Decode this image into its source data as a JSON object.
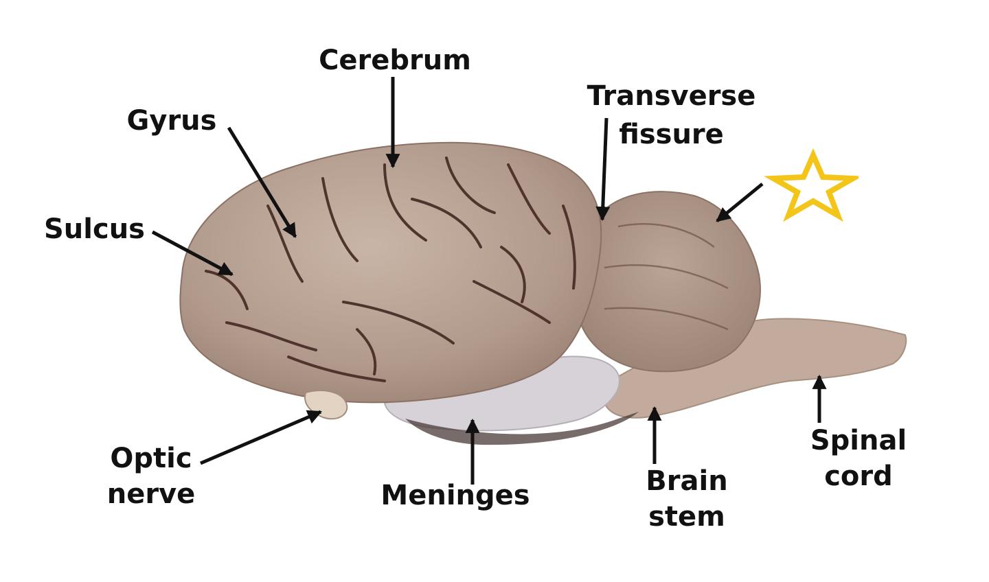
{
  "labels": {
    "cerebrum": "Cerebrum",
    "gyrus": "Gyrus",
    "sulcus": "Sulcus",
    "transverse_fissure": [
      "Transverse",
      "fissure"
    ],
    "optic_nerve": [
      "Optic",
      "nerve"
    ],
    "meninges": "Meninges",
    "brain_stem": [
      "Brain",
      "stem"
    ],
    "spinal_cord": [
      "Spinal",
      "cord"
    ]
  },
  "marker": {
    "icon": "star-icon",
    "color": "#f2c518"
  },
  "colors": {
    "tissue": "#b59f91",
    "tissue_light": "#c8b3a5",
    "tissue_dark": "#5b4036",
    "meninges": "#d6d0d6",
    "arrow": "#111111"
  }
}
